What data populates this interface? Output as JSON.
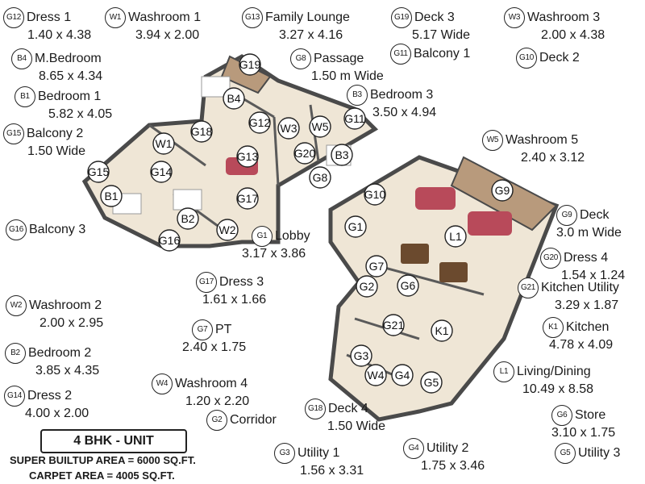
{
  "unit": {
    "title": "4 BHK - UNIT",
    "super_builtup": "SUPER BUILTUP AREA = 6000 SQ.FT.",
    "carpet": "CARPET AREA = 4005 SQ.FT."
  },
  "legend": {
    "G12": {
      "code": "G12",
      "name": "Dress 1",
      "dim": "1.40 x 4.38"
    },
    "W1": {
      "code": "W1",
      "name": "Washroom 1",
      "dim": "3.94 x 2.00"
    },
    "G13": {
      "code": "G13",
      "name": "Family Lounge",
      "dim": "3.27 x 4.16"
    },
    "G19": {
      "code": "G19",
      "name": "Deck 3",
      "dim": "5.17 Wide"
    },
    "W3": {
      "code": "W3",
      "name": "Washroom 3",
      "dim": "2.00 x 4.38"
    },
    "B4": {
      "code": "B4",
      "name": "M.Bedroom",
      "dim": "8.65 x 4.34"
    },
    "G8": {
      "code": "G8",
      "name": "Passage",
      "dim": "1.50 m Wide"
    },
    "G11": {
      "code": "G11",
      "name": "Balcony 1",
      "dim": ""
    },
    "G10": {
      "code": "G10",
      "name": "Deck 2",
      "dim": ""
    },
    "B1": {
      "code": "B1",
      "name": "Bedroom 1",
      "dim": "5.82 x 4.05"
    },
    "B3": {
      "code": "B3",
      "name": "Bedroom 3",
      "dim": "3.50 x 4.94"
    },
    "G15": {
      "code": "G15",
      "name": "Balcony 2",
      "dim": "1.50 Wide"
    },
    "W5": {
      "code": "W5",
      "name": "Washroom 5",
      "dim": "2.40 x 3.12"
    },
    "G9": {
      "code": "G9",
      "name": "Deck",
      "dim": "3.0 m Wide"
    },
    "G16": {
      "code": "G16",
      "name": "Balcony 3",
      "dim": ""
    },
    "G1": {
      "code": "G1",
      "name": "Lobby",
      "dim": "3.17 x 3.86"
    },
    "G20": {
      "code": "G20",
      "name": "Dress 4",
      "dim": "1.54 x 1.24"
    },
    "G21": {
      "code": "G21",
      "name": "Kitchen Utility",
      "dim": "3.29 x 1.87"
    },
    "G17": {
      "code": "G17",
      "name": "Dress 3",
      "dim": "1.61 x 1.66"
    },
    "W2": {
      "code": "W2",
      "name": "Washroom 2",
      "dim": "2.00 x 2.95"
    },
    "K1": {
      "code": "K1",
      "name": "Kitchen",
      "dim": "4.78 x 4.09"
    },
    "G7": {
      "code": "G7",
      "name": "PT",
      "dim": "2.40 x 1.75"
    },
    "B2": {
      "code": "B2",
      "name": "Bedroom 2",
      "dim": "3.85 x 4.35"
    },
    "L1": {
      "code": "L1",
      "name": "Living/Dining",
      "dim": "10.49 x 8.58"
    },
    "W4": {
      "code": "W4",
      "name": "Washroom 4",
      "dim": "1.20 x 2.20"
    },
    "G14": {
      "code": "G14",
      "name": "Dress 2",
      "dim": "4.00 x 2.00"
    },
    "G6": {
      "code": "G6",
      "name": "Store",
      "dim": "3.10 x 1.75"
    },
    "G2": {
      "code": "G2",
      "name": "Corridor",
      "dim": ""
    },
    "G18": {
      "code": "G18",
      "name": "Deck 4",
      "dim": "1.50 Wide"
    },
    "G5": {
      "code": "G5",
      "name": "Utility 3",
      "dim": ""
    },
    "G3": {
      "code": "G3",
      "name": "Utility 1",
      "dim": "1.56 x 3.31"
    },
    "G4": {
      "code": "G4",
      "name": "Utility 2",
      "dim": "1.75 x 3.46"
    }
  },
  "plan_markers": [
    "G19",
    "B4",
    "G12",
    "W3",
    "W5",
    "G11",
    "G18",
    "W1",
    "G13",
    "G20",
    "B3",
    "G15",
    "G14",
    "G8",
    "G10",
    "G9",
    "B1",
    "G17",
    "B2",
    "W2",
    "G16",
    "G1",
    "L1",
    "G7",
    "G2",
    "G6",
    "G21",
    "K1",
    "G3",
    "W4",
    "G4",
    "G5"
  ],
  "colors": {
    "floor": "#efe6d6",
    "wall": "#4a4a4a",
    "deck": "#b89a7c",
    "sofa": "#b84a5a",
    "badge_stroke": "#222222"
  }
}
